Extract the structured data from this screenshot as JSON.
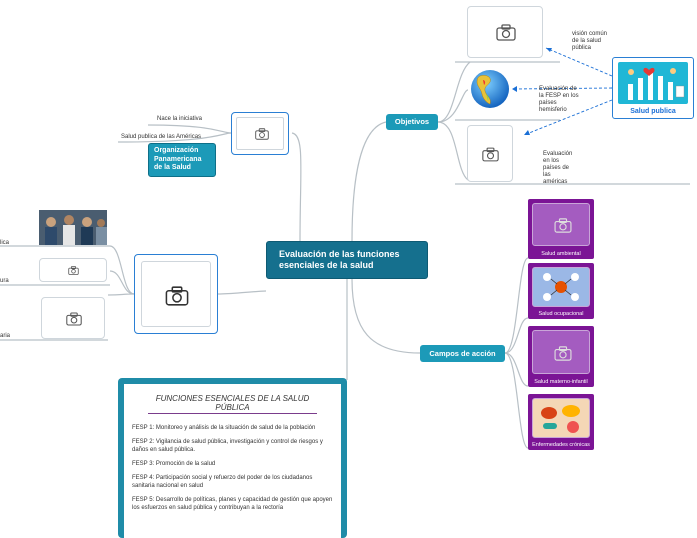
{
  "central": {
    "title": "Evaluación de las funciones esenciales de la salud"
  },
  "objetivos": {
    "label": "Objetivos",
    "items": [
      "visión común de la salud pública",
      "Evaluación de la FESP en los países hemisferio",
      "Evaluación en los países de las américas"
    ]
  },
  "salud_publica": {
    "label": "Salud publica"
  },
  "campos": {
    "label": "Campos de acción",
    "items": [
      "Salud ambiental",
      "Salud ocupacional",
      "Salud materno-infantil",
      "Enfermedades crónicas"
    ]
  },
  "ops": {
    "label": "Organización Panamericana de la Salud",
    "notes": [
      "Nace la iniciativa",
      "Salud publica de las Américas"
    ]
  },
  "left_fragments": [
    "lica",
    "ura",
    "aria"
  ],
  "fesp": {
    "title": "FUNCIONES ESENCIALES DE LA SALUD PÚBLICA",
    "items": [
      "FESP 1: Monitoreo y análisis de la situación de salud de la población",
      "FESP 2: Vigilancia de salud pública, investigación y control de riesgos y daños en salud pública.",
      "FESP 3: Promoción de la salud",
      "FESP 4: Participación social y refuerzo del poder de los ciudadanos sanitaria nacional en salud",
      "FESP 5: Desarrollo de políticas, planes y capacidad de gestión que apoyen los esfuerzos en salud pública y contribuyan a la rectoría"
    ]
  },
  "colors": {
    "teal": "#15708e",
    "pill": "#1c9ab8",
    "purple": "#7b1495",
    "link_blue": "#1a6fd6"
  },
  "icons": [
    "camera-icon",
    "globe-icon",
    "people-photo",
    "salud-publica-illustration"
  ]
}
